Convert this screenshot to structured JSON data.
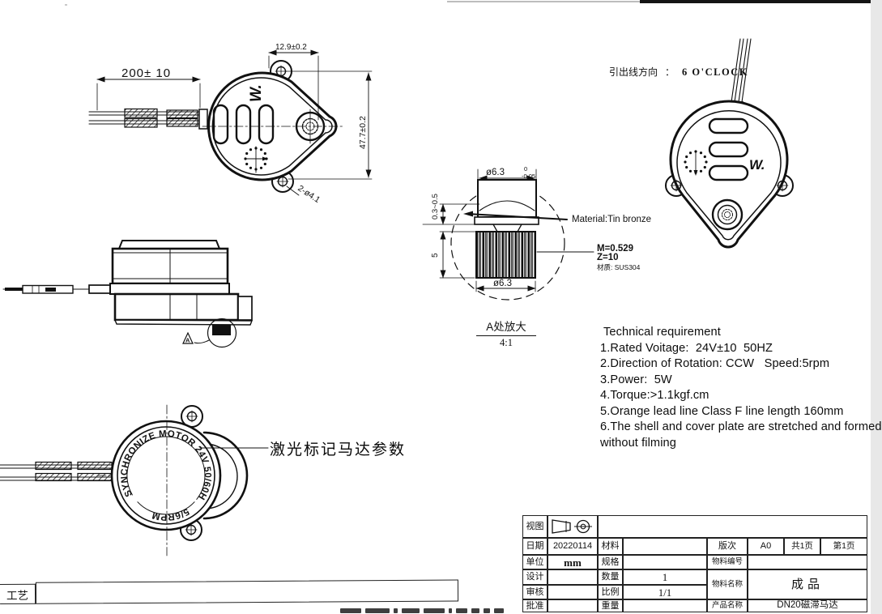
{
  "front_view": {
    "dim_lead_length": "200± 10",
    "dim_hole_to_shaft": "12.9±0.2",
    "dim_height": "47.7±0.2",
    "hole_callout": "2-ø4.1",
    "logo": "W."
  },
  "side_view": {
    "detail_flag": "A"
  },
  "back_view": {
    "ring_text": "SYNCHRONIZE MOTOR 24V 50/60HZ",
    "ring_text_bottom": "5/6RPM",
    "laser_label": "激光标记马达参数"
  },
  "rotated_view": {
    "lead_dir_label": "引出线方向",
    "lead_dir_sep": "：",
    "lead_dir_value": "6 O'CLOCK",
    "logo": "W."
  },
  "detail_view": {
    "dia_top": "ø6.3",
    "tol_upper": "0",
    "tol_lower": "-0.05",
    "rim_thickness": "0.3~0.5",
    "gear_length": "5",
    "dia_bottom": "ø6.3",
    "material_leader": "Material:Tin bronze",
    "module": "M=0.529",
    "teeth": "Z=10",
    "shaft_material": "材质: SUS304",
    "caption": "A处放大",
    "scale": "4:1"
  },
  "tech_req": {
    "title": "Technical requirement",
    "items": [
      "1.Rated Voitage:  24V±10  50HZ",
      "2.Direction of Rotation: CCW   Speed:5rpm",
      "3.Power:  5W",
      "4.Torque:>1.1kgf.cm",
      "5.Orange lead line Class F line length 160mm",
      "6.The shell and cover plate are stretched and formed",
      "without filming"
    ]
  },
  "title_block": {
    "view_label": "视图",
    "date_label": "日期",
    "date_value": "20220114",
    "material_label": "材料",
    "material_value": "",
    "unit_label": "单位",
    "unit_value": "mm",
    "spec_label": "规格",
    "spec_value": "",
    "design_label": "设计",
    "qty_label": "数量",
    "qty_value": "1",
    "check_label": "审核",
    "scale_label": "比例",
    "scale_value": "1/1",
    "approve_label": "批准",
    "weight_label": "重量",
    "weight_value": "",
    "rev_label": "版次",
    "rev_value": "A0",
    "pages_total": "共1页",
    "page_no": "第1页",
    "part_no_label": "物料编号",
    "part_no_value": "",
    "part_name_label": "物料名称",
    "part_name_value": "成品",
    "product_name_label": "产品名称",
    "product_name_value": "DN20磁滞马达"
  },
  "process_label": "工艺"
}
